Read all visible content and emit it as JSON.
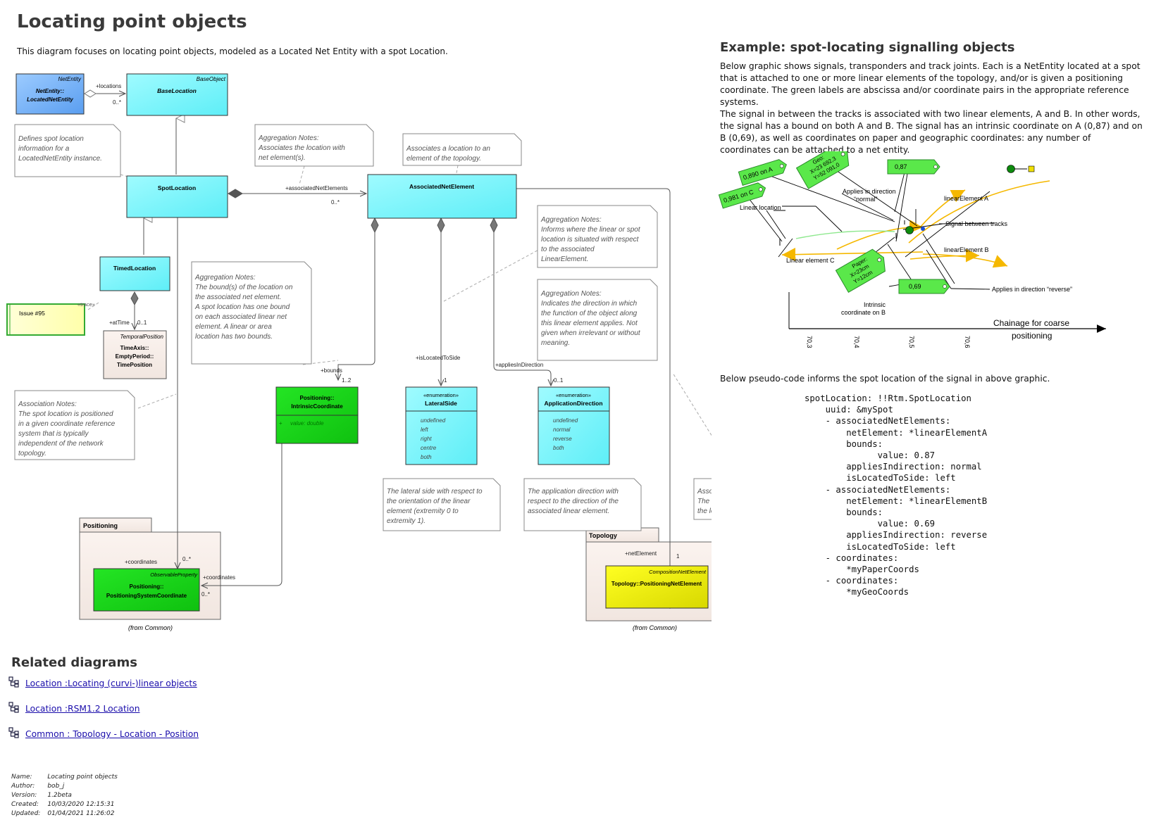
{
  "page": {
    "title": "Locating point objects",
    "intro": "This diagram focuses on locating point objects, modeled as a Located Net Entity with a spot Location."
  },
  "diagram": {
    "classes": {
      "located_net_entity": {
        "stereotype": "NetEntity",
        "name_line1": "NetEntity::",
        "name_line2": "LocatedNetEntity",
        "color": "#6aaef6"
      },
      "base_location": {
        "stereotype": "BaseObject",
        "name": "BaseLocation",
        "color": "#7ff5fb"
      },
      "spot_location": {
        "name": "SpotLocation",
        "color": "#7ff5fb"
      },
      "associated_net_element": {
        "name": "AssociatedNetElement",
        "color": "#7ff5fb"
      },
      "timed_location": {
        "name": "TimedLocation",
        "color": "#7ff5fb"
      },
      "temporal_position": {
        "stereotype": "TemporalPosition",
        "line1": "TimeAxis::",
        "line2": "EmptyPeriod::",
        "line3": "TimePosition"
      },
      "intrinsic_coordinate": {
        "name_line1": "Positioning::",
        "name_line2": "IntrinsicCoordinate",
        "attribute": "value: double",
        "attribute_marker": "+",
        "color": "#17d617"
      },
      "lateral_side": {
        "stereotype": "«enumeration»",
        "name": "LateralSide",
        "literals": [
          "undefined",
          "left",
          "right",
          "centre",
          "both"
        ]
      },
      "application_direction": {
        "stereotype": "«enumeration»",
        "name": "ApplicationDirection",
        "literals": [
          "undefined",
          "normal",
          "reverse",
          "both"
        ]
      },
      "positioning_system_coordinate": {
        "stereotype": "ObservableProperty",
        "name_line1": "Positioning::",
        "name_line2": "PositioningSystemCoordinate",
        "color": "#17d617"
      },
      "positioning_net_element": {
        "stereotype": "CompositionNetElement",
        "name": "Topology::PositioningNetElement",
        "color": "#f0f000"
      }
    },
    "packages": {
      "positioning": {
        "name": "Positioning",
        "from": "(from Common)"
      },
      "topology": {
        "name": "Topology",
        "from": "(from Common)"
      }
    },
    "issue": {
      "label": "Issue #95",
      "trace": "«trace»"
    },
    "notes": {
      "spot_location": [
        "Defines spot location",
        "information for a",
        "LocatedNetEntity instance."
      ],
      "aggregation_net_elements": [
        "Aggregation Notes:",
        "Associates the location with",
        "net element(s)."
      ],
      "associated_net_element": [
        "Associates a location to an",
        "element of the topology."
      ],
      "aggregation_bounds": [
        "Aggregation Notes:",
        "The bound(s) of the location on",
        "the associated net element.",
        "A spot location has one bound",
        "on each associated linear net",
        "element. A linear or area",
        "location has two bounds."
      ],
      "aggregation_side": [
        "Aggregation Notes:",
        "Informs where the linear or spot",
        "location is situated with respect",
        "to the associated",
        "LinearElement."
      ],
      "aggregation_direction": [
        "Aggregation Notes:",
        "Indicates the direction in which",
        "the function of the object along",
        "this linear element applies. Not",
        "given when irrelevant or without",
        "meaning."
      ],
      "association_coordinates": [
        "Association Notes:",
        "The spot location is positioned",
        "in a given coordinate reference",
        "system that is typically",
        "independent of the network",
        "topology."
      ],
      "lateral_side": [
        "The lateral side with respect to",
        "the orientation of the linear",
        "element (extremity 0 to",
        "extremity 1)."
      ],
      "application_direction": [
        "The application direction with",
        "respect to the direction of the",
        "associated linear element."
      ],
      "association_net_element": [
        "Association Notes:",
        "The net element that carries",
        "the location."
      ]
    },
    "labels": {
      "locations": "+locations",
      "locations_mult": "0..*",
      "associated_net_elements": "+associatedNetElements",
      "associated_mult": "0..*",
      "at_time": "+atTime",
      "at_time_mult": "0..1",
      "bounds": "+bounds",
      "bounds_mult": "1..2",
      "is_located_to_side": "+isLocatedToSide",
      "side_mult": "1",
      "applies_in_direction": "+appliesInDirection",
      "direction_mult": "0..1",
      "coordinates_a": "+coordinates",
      "coordinates_a_mult": "0..*",
      "coordinates_b": "+coordinates",
      "coordinates_b_mult": "0..*",
      "net_element": "+netElement",
      "net_element_mult": "1"
    }
  },
  "example": {
    "title": "Example: spot-locating signalling objects",
    "paragraph1": "Below graphic shows signals, transponders and track joints. Each is a NetEntity located at a spot that is attached to one or more linear elements of the topology, and/or is given a positioning coordinate. The green labels are abscissa and/or coordinate pairs in the appropriate reference systems.",
    "paragraph2": "The signal in between the tracks is associated with two linear elements, A and B. In other words, the signal has a bound on both A and B. The signal has an intrinsic coordinate on A (0,87) and on B (0,69), as well as coordinates on paper and geographic coordinates: any number of coordinates can be attached to a net entity.",
    "graphic": {
      "tags": {
        "t1": "0,890 on A",
        "t2": "0,981 on C",
        "t3_l1": "Geo:",
        "t3_l2": "X=23 692,3",
        "t3_l3": "Y=52 091,0",
        "t4": "0,87",
        "t5_l1": "Paper:",
        "t5_l2": "X=23cm",
        "t5_l3": "Y=12cm",
        "t6": "0,69"
      },
      "labels": {
        "applies_normal_l1": "Applies in direction",
        "applies_normal_l2": "“normal”",
        "linear_element_a": "linearElement A",
        "linear_location": "Linear location",
        "signal_between": "Signal between tracks",
        "linear_element_b": "linearElement B",
        "linear_element_c": "Linear element C",
        "applies_reverse": "Applies in direction “reverse”",
        "intrinsic_l1": "Intrinsic",
        "intrinsic_l2": "coordinate on B",
        "chainage_l1": "Chainage for coarse",
        "chainage_l2": "positioning"
      },
      "ticks": [
        "70,3",
        "70,4",
        "70,5",
        "70,6"
      ],
      "colors": {
        "tag": "#5ae84a",
        "track": "#f5b800",
        "signal": "#0d8a0d"
      }
    },
    "pseudo_caption": "Below pseudo-code informs the spot location of the signal in above graphic.",
    "code": [
      "spotLocation: !!Rtm.SpotLocation",
      "    uuid: &mySpot",
      "    - associatedNetElements:",
      "        netElement: *linearElementA",
      "        bounds:",
      "              value: 0.87",
      "        appliesIndirection: normal",
      "        isLocatedToSide: left",
      "    - associatedNetElements:",
      "        netElement: *linearElementB",
      "        bounds:",
      "              value: 0.69",
      "        appliesIndirection: reverse",
      "        isLocatedToSide: left",
      "    - coordinates:",
      "        *myPaperCoords",
      "    - coordinates:",
      "        *myGeoCoords"
    ]
  },
  "related": {
    "title": "Related diagrams",
    "links": [
      {
        "text": "Location :Locating (curvi-)linear objects",
        "icon": "diagram-link-icon"
      },
      {
        "text": "Location :RSM1.2 Location",
        "icon": "diagram-link-icon"
      },
      {
        "text": "Common : Topology - Location - Position",
        "icon": "diagram-link-icon"
      }
    ]
  },
  "meta": {
    "name_label": "Name:",
    "name": "Locating point objects",
    "author_label": "Author:",
    "author": "bob_j",
    "version_label": "Version:",
    "version": "1.2beta",
    "created_label": "Created:",
    "created": "10/03/2020 12:15:31",
    "updated_label": "Updated:",
    "updated": "01/04/2021 11:26:02"
  }
}
